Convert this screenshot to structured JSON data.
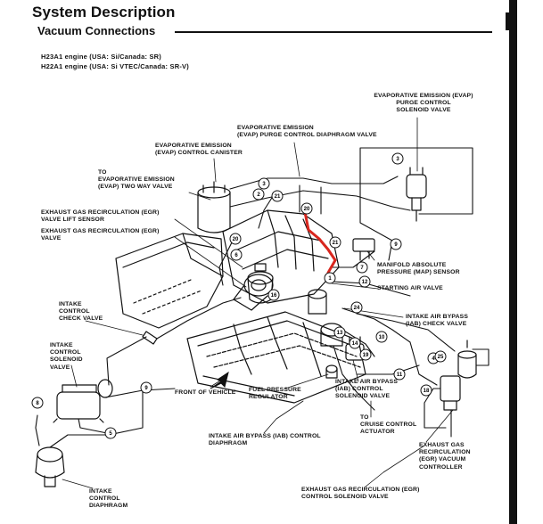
{
  "header": {
    "title": "System Description",
    "subtitle": "Vacuum Connections"
  },
  "engines": [
    "H23A1 engine (USA: Si/Canada: SR)",
    "H22A1 engine (USA: Si VTEC/Canada: SR-V)"
  ],
  "labels": {
    "evap_purge_solenoid": "EVAPORATIVE EMISSION (EVAP)\nPURGE CONTROL\nSOLENOID VALVE",
    "evap_purge_diaphragm": "EVAPORATIVE EMISSION\n(EVAP) PURGE CONTROL DIAPHRAGM VALVE",
    "evap_canister": "EVAPORATIVE EMISSION\n(EVAP) CONTROL CANISTER",
    "evap_two_way": "TO\nEVAPORATIVE EMISSION\n(EVAP) TWO WAY VALVE",
    "egr_lift_sensor": "EXHAUST GAS RECIRCULATION (EGR)\nVALVE LIFT SENSOR",
    "egr_valve": "EXHAUST GAS RECIRCULATION (EGR)\nVALVE",
    "map_sensor": "MANIFOLD ABSOLUTE\nPRESSURE (MAP) SENSOR",
    "starting_air": "STARTING AIR VALVE",
    "intake_control_check": "INTAKE\nCONTROL\nCHECK VALVE",
    "iab_check": "INTAKE AIR BYPASS\n(IAB) CHECK VALVE",
    "intake_control_solenoid": "INTAKE\nCONTROL\nSOLENOID\nVALVE",
    "front_of_vehicle": "FRONT OF VEHICLE",
    "fuel_pressure_regulator": "FUEL PRESSURE\nREGULATOR",
    "iab_control_solenoid": "INTAKE AIR BYPASS\n(IAB) CONTROL\nSOLENOID VALVE",
    "cruise_actuator": "TO\nCRUISE CONTROL\nACTUATOR",
    "iab_control_diaphragm": "INTAKE AIR BYPASS (IAB) CONTROL\nDIAPHRAGM",
    "egr_vacuum_controller": "EXHAUST GAS\nRECIRCULATION\n(EGR) VACUUM\nCONTROLLER",
    "intake_control_diaphragm": "INTAKE\nCONTROL\nDIAPHRAGM",
    "egr_control_solenoid": "EXHAUST GAS RECIRCULATION (EGR)\nCONTROL SOLENOID VALVE"
  },
  "hose_numbers": [
    "3",
    "21",
    "20",
    "21",
    "6",
    "16",
    "12",
    "24",
    "13",
    "14",
    "10",
    "19",
    "4",
    "18",
    "25",
    "11",
    "5",
    "9",
    "8",
    "2",
    "3",
    "9",
    "20",
    "1",
    "7"
  ],
  "colors": {
    "highlight_hose": "#d8261e",
    "ink": "#111111"
  }
}
